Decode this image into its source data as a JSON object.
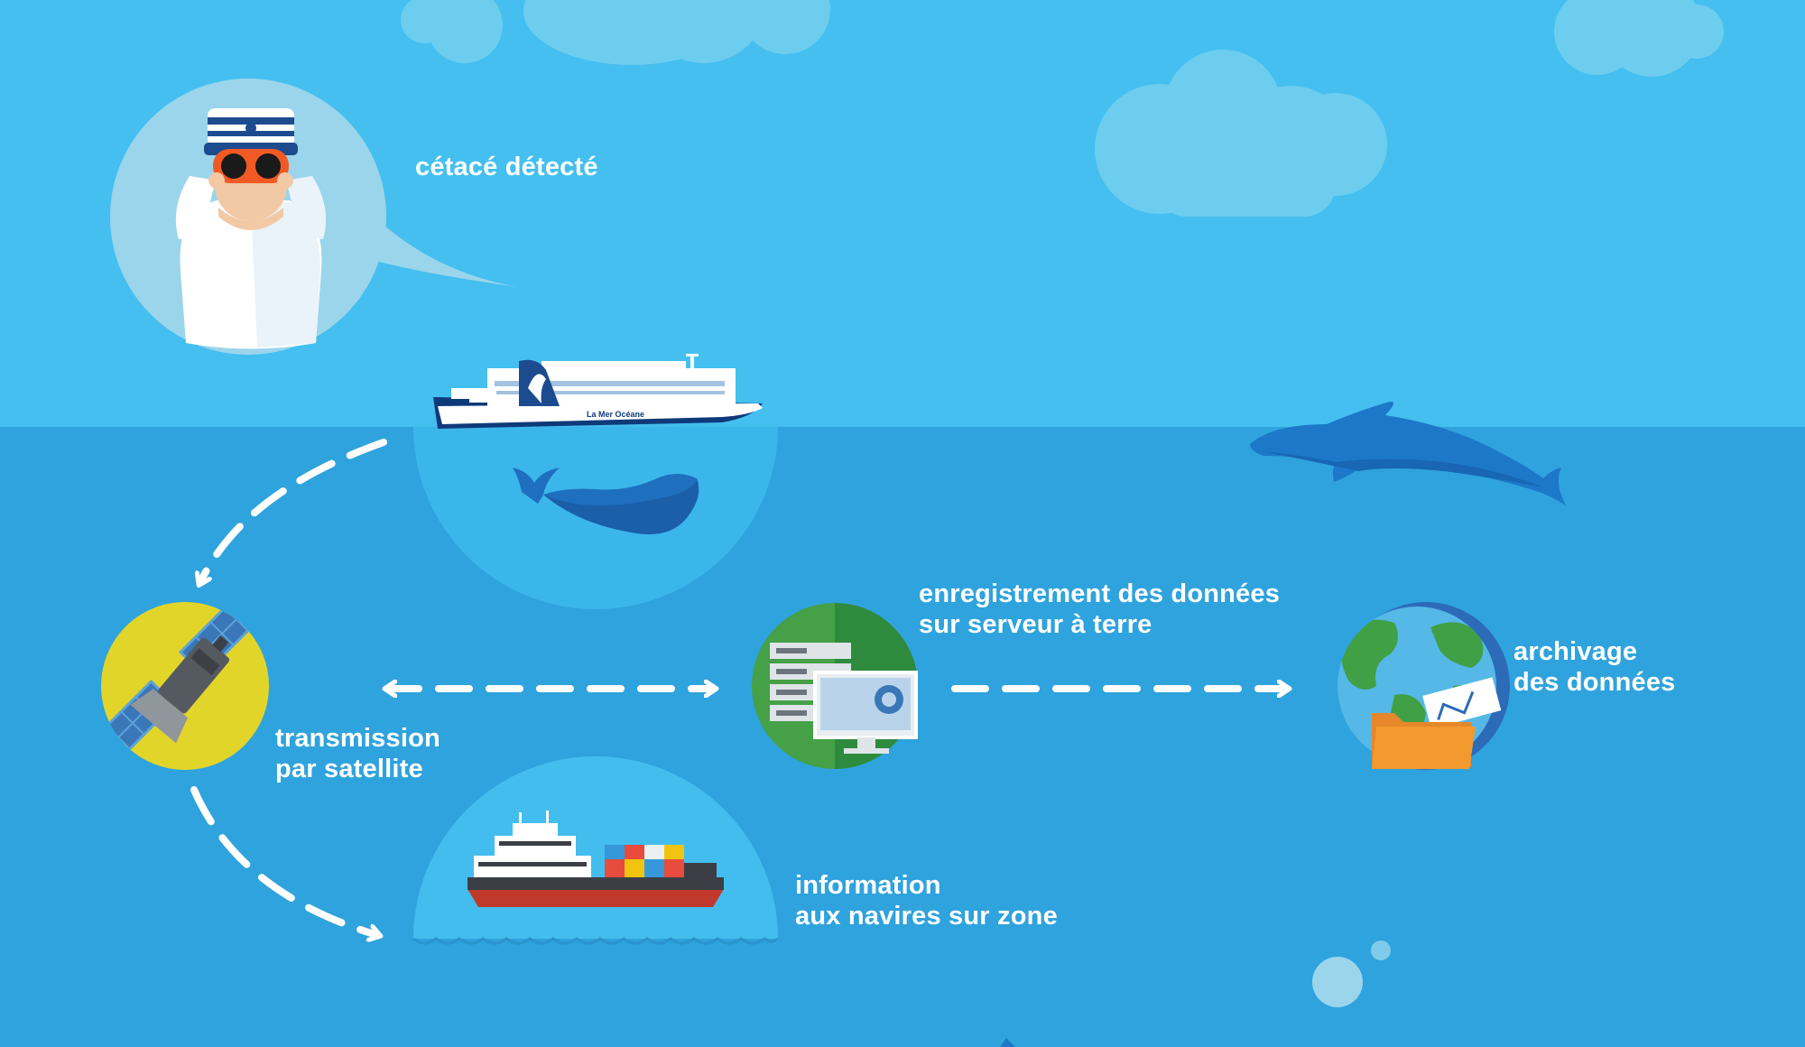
{
  "labels": {
    "detected": "cétacé détecté",
    "satellite_line1": "transmission",
    "satellite_line2": "par satellite",
    "server_line1": "enregistrement des données",
    "server_line2": "sur serveur à terre",
    "archive_line1": "archivage",
    "archive_line2": "des données",
    "info_line1": "information",
    "info_line2": "aux navires sur zone"
  },
  "ship_name": "La Mer Océane",
  "colors": {
    "sky": "#44bff0",
    "sea": "#2fa3dd",
    "cloud": "#6dcdef",
    "bubble": "#43bdee",
    "whale": "#1f6fbf",
    "dolphin": "#1d78c9",
    "arrow": "#ffffff",
    "label": "#ffffff",
    "satellite_bg": "#e2d52a",
    "server_bg": "#2e8b3e",
    "globe_bg": "#2c6bb8",
    "folder": "#f29a2e",
    "binocular": "#f15a24"
  },
  "icons": [
    "lookout-sailor-icon",
    "ferry-icon",
    "whale-icon",
    "dolphin-icon",
    "satellite-icon",
    "server-computer-icon",
    "globe-icon",
    "folder-icon",
    "cargo-ship-icon",
    "cloud-icon",
    "bubble-icon"
  ]
}
